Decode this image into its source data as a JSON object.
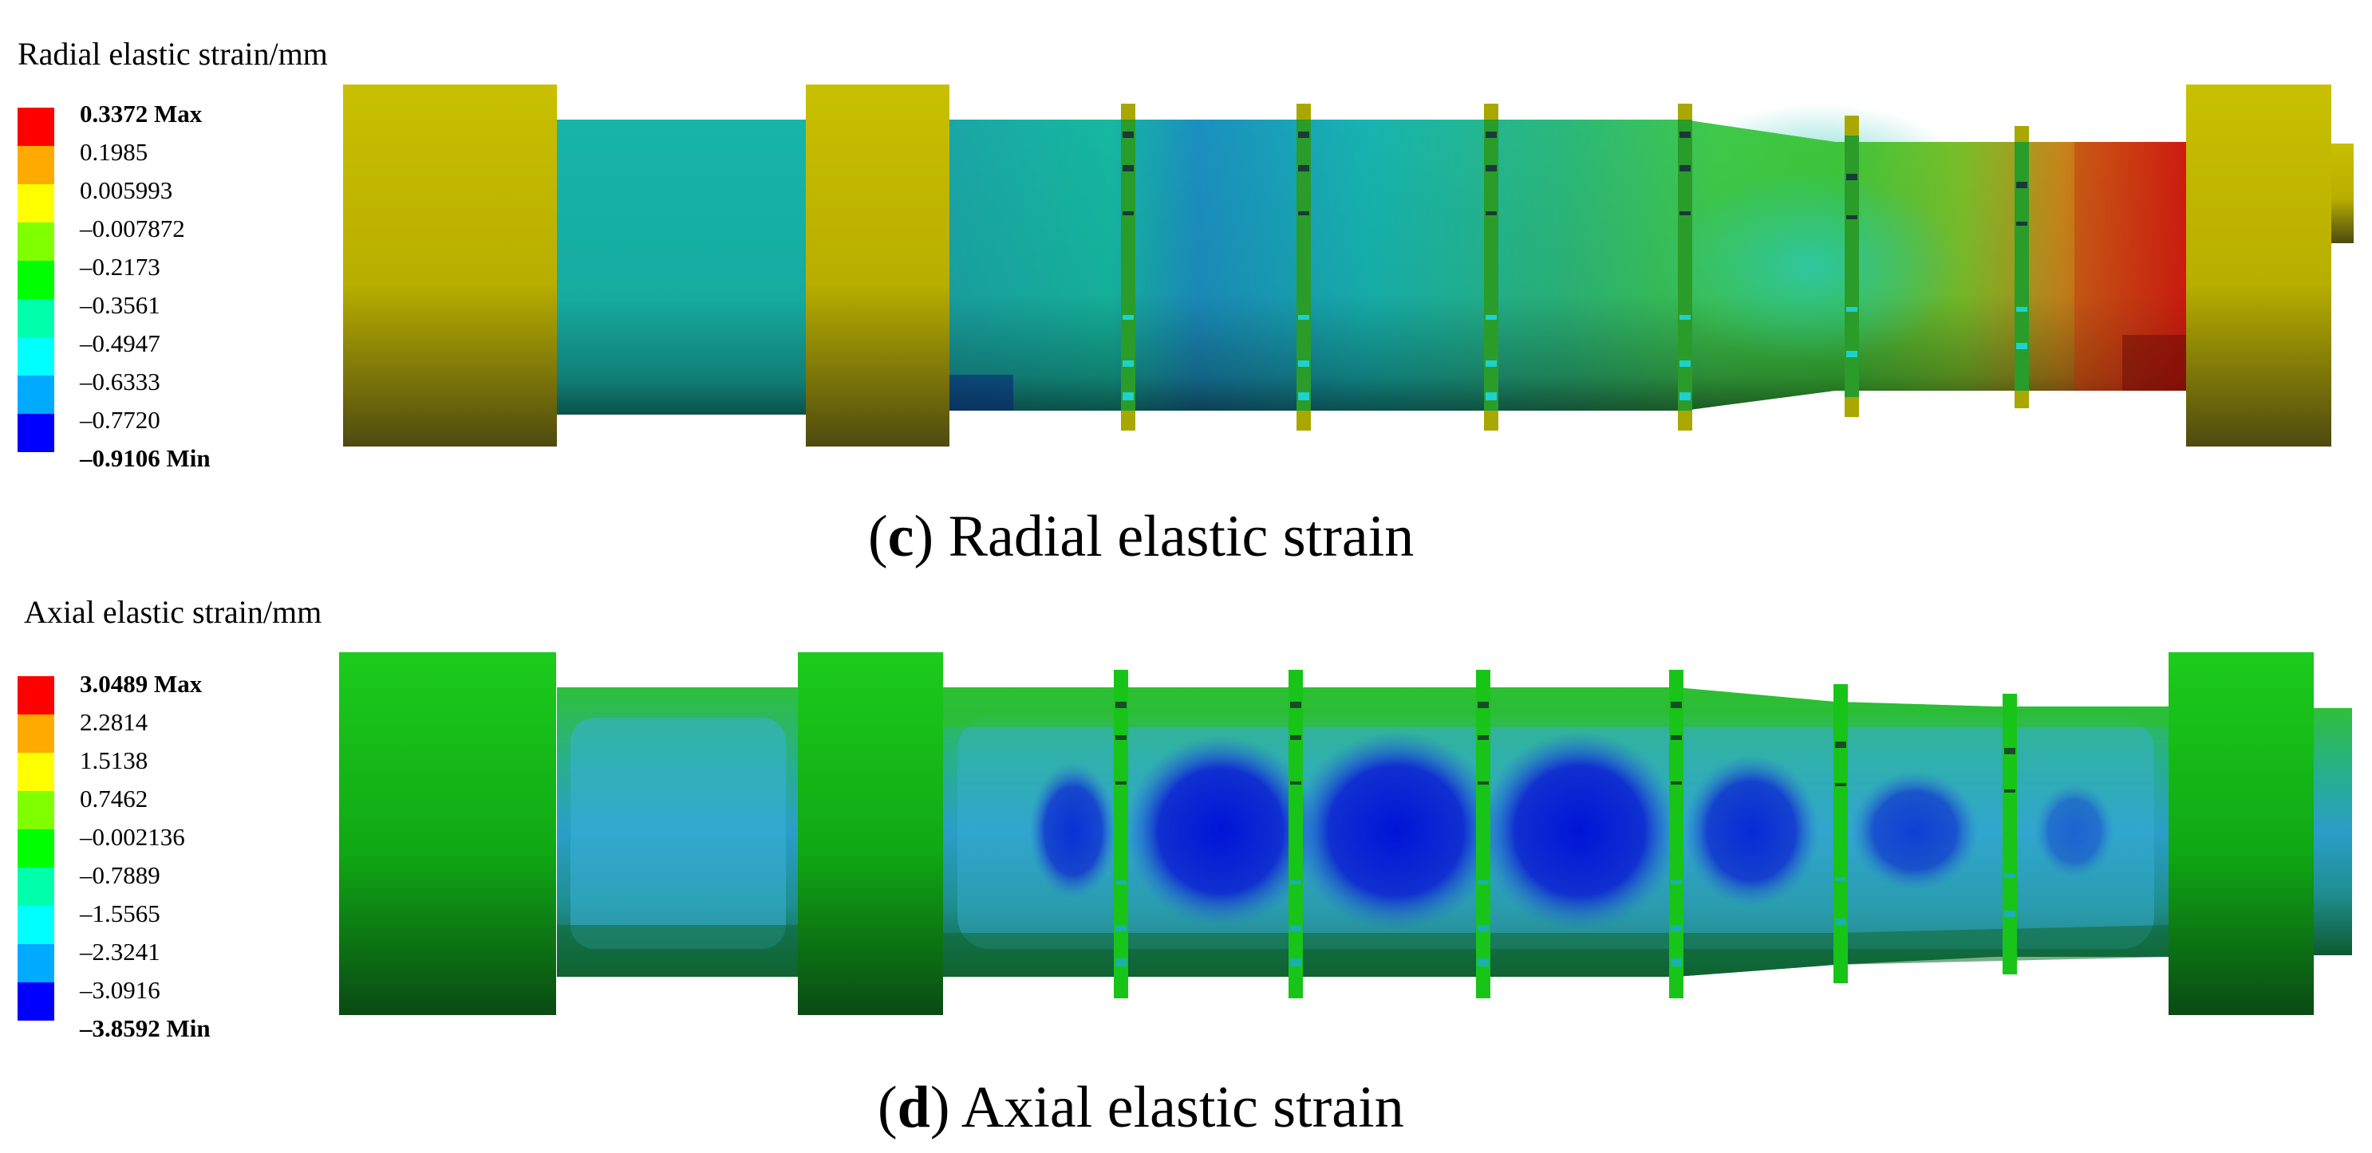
{
  "panels": [
    {
      "title": "Radial elastic strain/mm",
      "legend": [
        {
          "label": "0.3372 Max",
          "color": "#ff0000",
          "bold": true
        },
        {
          "label": "0.1985",
          "color": "#ffaa00"
        },
        {
          "label": "0.005993",
          "color": "#ffff00"
        },
        {
          "label": "–0.007872",
          "color": "#80ff00"
        },
        {
          "label": "–0.2173",
          "color": "#00ff00"
        },
        {
          "label": "–0.3561",
          "color": "#00ffaa"
        },
        {
          "label": "–0.4947",
          "color": "#00ffff"
        },
        {
          "label": "–0.6333",
          "color": "#00aaff"
        },
        {
          "label": "–0.7720",
          "color": "#0000ff"
        },
        {
          "label": "–0.9106 Min",
          "bold": true
        }
      ],
      "caption_letter": "c",
      "caption_text": "Radial elastic strain"
    },
    {
      "title": "Axial elastic strain/mm",
      "legend": [
        {
          "label": "3.0489 Max",
          "color": "#ff0000",
          "bold": true
        },
        {
          "label": "2.2814",
          "color": "#ffaa00"
        },
        {
          "label": "1.5138",
          "color": "#ffff00"
        },
        {
          "label": "0.7462",
          "color": "#80ff00"
        },
        {
          "label": "–0.002136",
          "color": "#00ff00"
        },
        {
          "label": "–0.7889",
          "color": "#00ffaa"
        },
        {
          "label": "–1.5565",
          "color": "#00ffff"
        },
        {
          "label": "–2.3241",
          "color": "#00aaff"
        },
        {
          "label": "–3.0916",
          "color": "#0000ff"
        },
        {
          "label": "–3.8592 Min",
          "bold": true
        }
      ],
      "caption_letter": "d",
      "caption_text": "Axial elastic strain"
    }
  ]
}
